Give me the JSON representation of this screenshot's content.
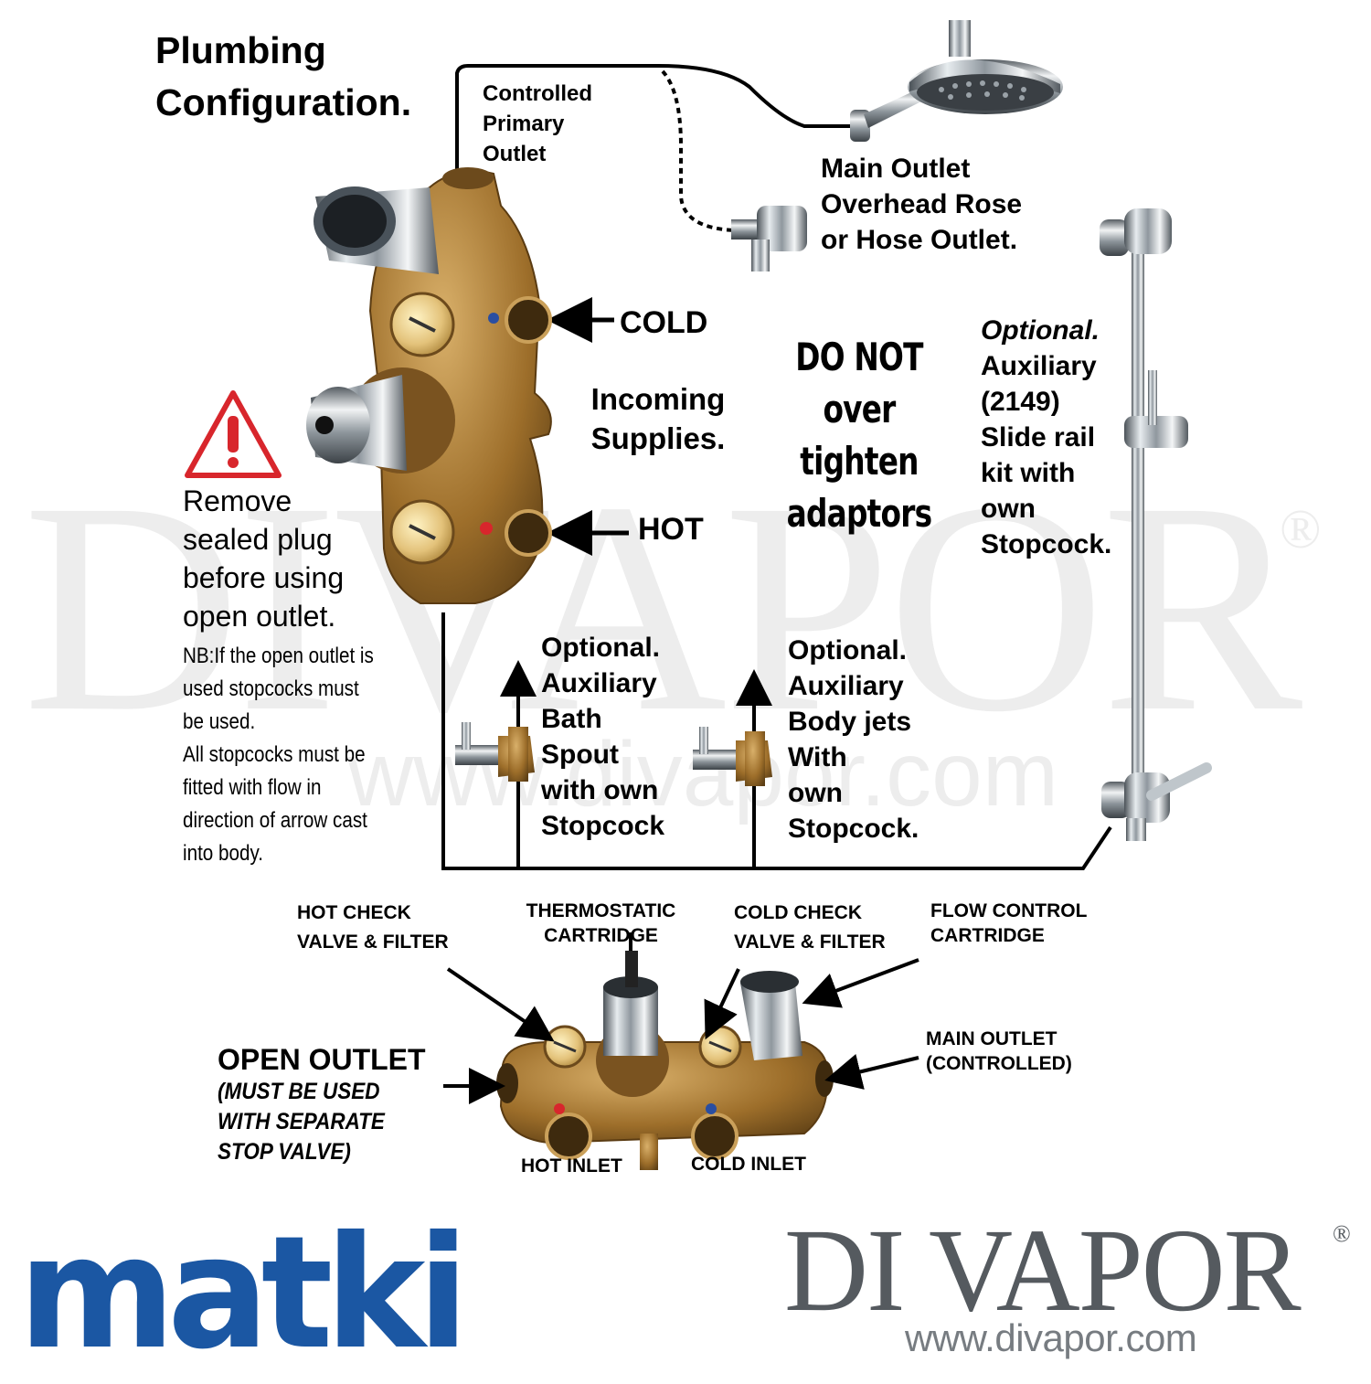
{
  "title": "Plumbing\nConfiguration.",
  "labels": {
    "controlled_primary_outlet": "Controlled\nPrimary\nOutlet",
    "main_outlet": "Main Outlet\nOverhead Rose\nor Hose Outlet.",
    "cold": "COLD",
    "hot": "HOT",
    "incoming_supplies": "Incoming\nSupplies.",
    "do_not_over_tighten": "DO NOT\nover\ntighten\nadaptors",
    "optional_label": "Optional.",
    "slide_rail": "Auxiliary\n(2149)\nSlide rail\nkit with\nown\nStopcock.",
    "remove_plug": "Remove\nsealed plug\nbefore using\nopen outlet.",
    "nb_note": "NB:If the open outlet is\nused stopcocks must\nbe used.\nAll stopcocks must be\nfitted with flow in\ndirection of arrow cast\ninto body.",
    "bath_spout": "Optional.\nAuxiliary\nBath\nSpout\nwith own\nStopcock",
    "body_jets": "Optional.\nAuxiliary\nBody jets\nWith\nown\nStopcock."
  },
  "components": {
    "hot_check_valve": "HOT CHECK\nVALVE & FILTER",
    "thermostatic_cartridge": "THERMOSTATIC\nCARTRIDGE",
    "cold_check_valve": "COLD CHECK\nVALVE & FILTER",
    "flow_control_cartridge": "FLOW CONTROL\nCARTRIDGE",
    "main_outlet_controlled": "MAIN OUTLET\n(CONTROLLED)",
    "open_outlet": "OPEN OUTLET",
    "open_outlet_note": "(MUST BE USED\nWITH SEPARATE\nSTOP VALVE)",
    "hot_inlet": "HOT INLET",
    "cold_inlet": "COLD INLET"
  },
  "brand": {
    "matki_logo": "matki",
    "divapor_logo": "DI VAPOR",
    "registered": "®",
    "divapor_url": "www.divapor.com"
  },
  "watermark": {
    "text": "DIVAPOR",
    "url": "www.divapor.com",
    "registered": "®"
  },
  "colors": {
    "matki_blue": "#1b57a3",
    "warning_red": "#d8262c",
    "brass": "#b0822e",
    "chrome": "#a9b0b6",
    "pipe": "#000000"
  }
}
